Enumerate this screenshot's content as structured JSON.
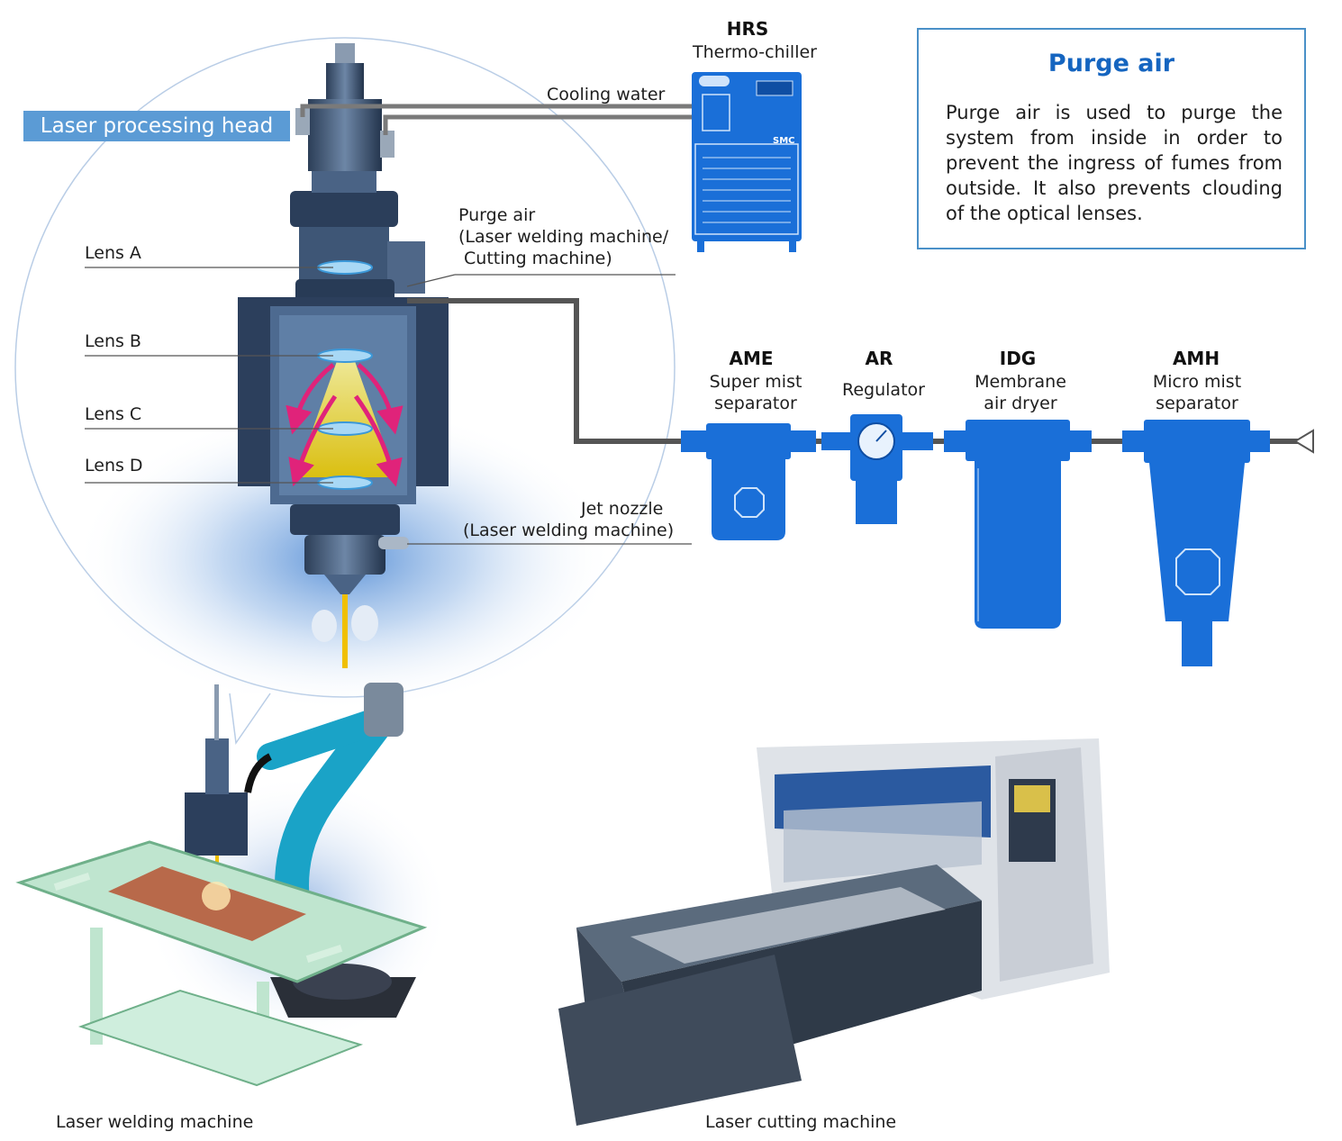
{
  "header_tag": "Laser processing head",
  "chiller": {
    "code": "HRS",
    "name": "Thermo-chiller",
    "brand": "SMC"
  },
  "cooling_water": "Cooling water",
  "purge_label": {
    "line1": "Purge air",
    "line2": "(Laser welding machine/",
    "line3": " Cutting machine)"
  },
  "jet_nozzle": {
    "line1": "Jet nozzle",
    "line2": "(Laser welding machine)"
  },
  "lenses": [
    "Lens A",
    "Lens B",
    "Lens C",
    "Lens D"
  ],
  "components": [
    {
      "code": "AME",
      "line1": "Super mist",
      "line2": "separator"
    },
    {
      "code": "AR",
      "line1": "Regulator",
      "line2": ""
    },
    {
      "code": "IDG",
      "line1": "Membrane",
      "line2": "air dryer"
    },
    {
      "code": "AMH",
      "line1": "Micro mist",
      "line2": "separator"
    }
  ],
  "info": {
    "title": "Purge air",
    "body": "Purge air is used to purge the system from inside in order to prevent the ingress of fumes from outside. It also prevents clouding of the optical lenses."
  },
  "machines": {
    "welding": "Laser welding machine",
    "cutting": "Laser cutting machine"
  },
  "colors": {
    "accent": "#1565c0",
    "component_blue": "#1a6fd8",
    "tag_blue": "#5b9bd5",
    "arrow_pink": "#e0237a"
  }
}
